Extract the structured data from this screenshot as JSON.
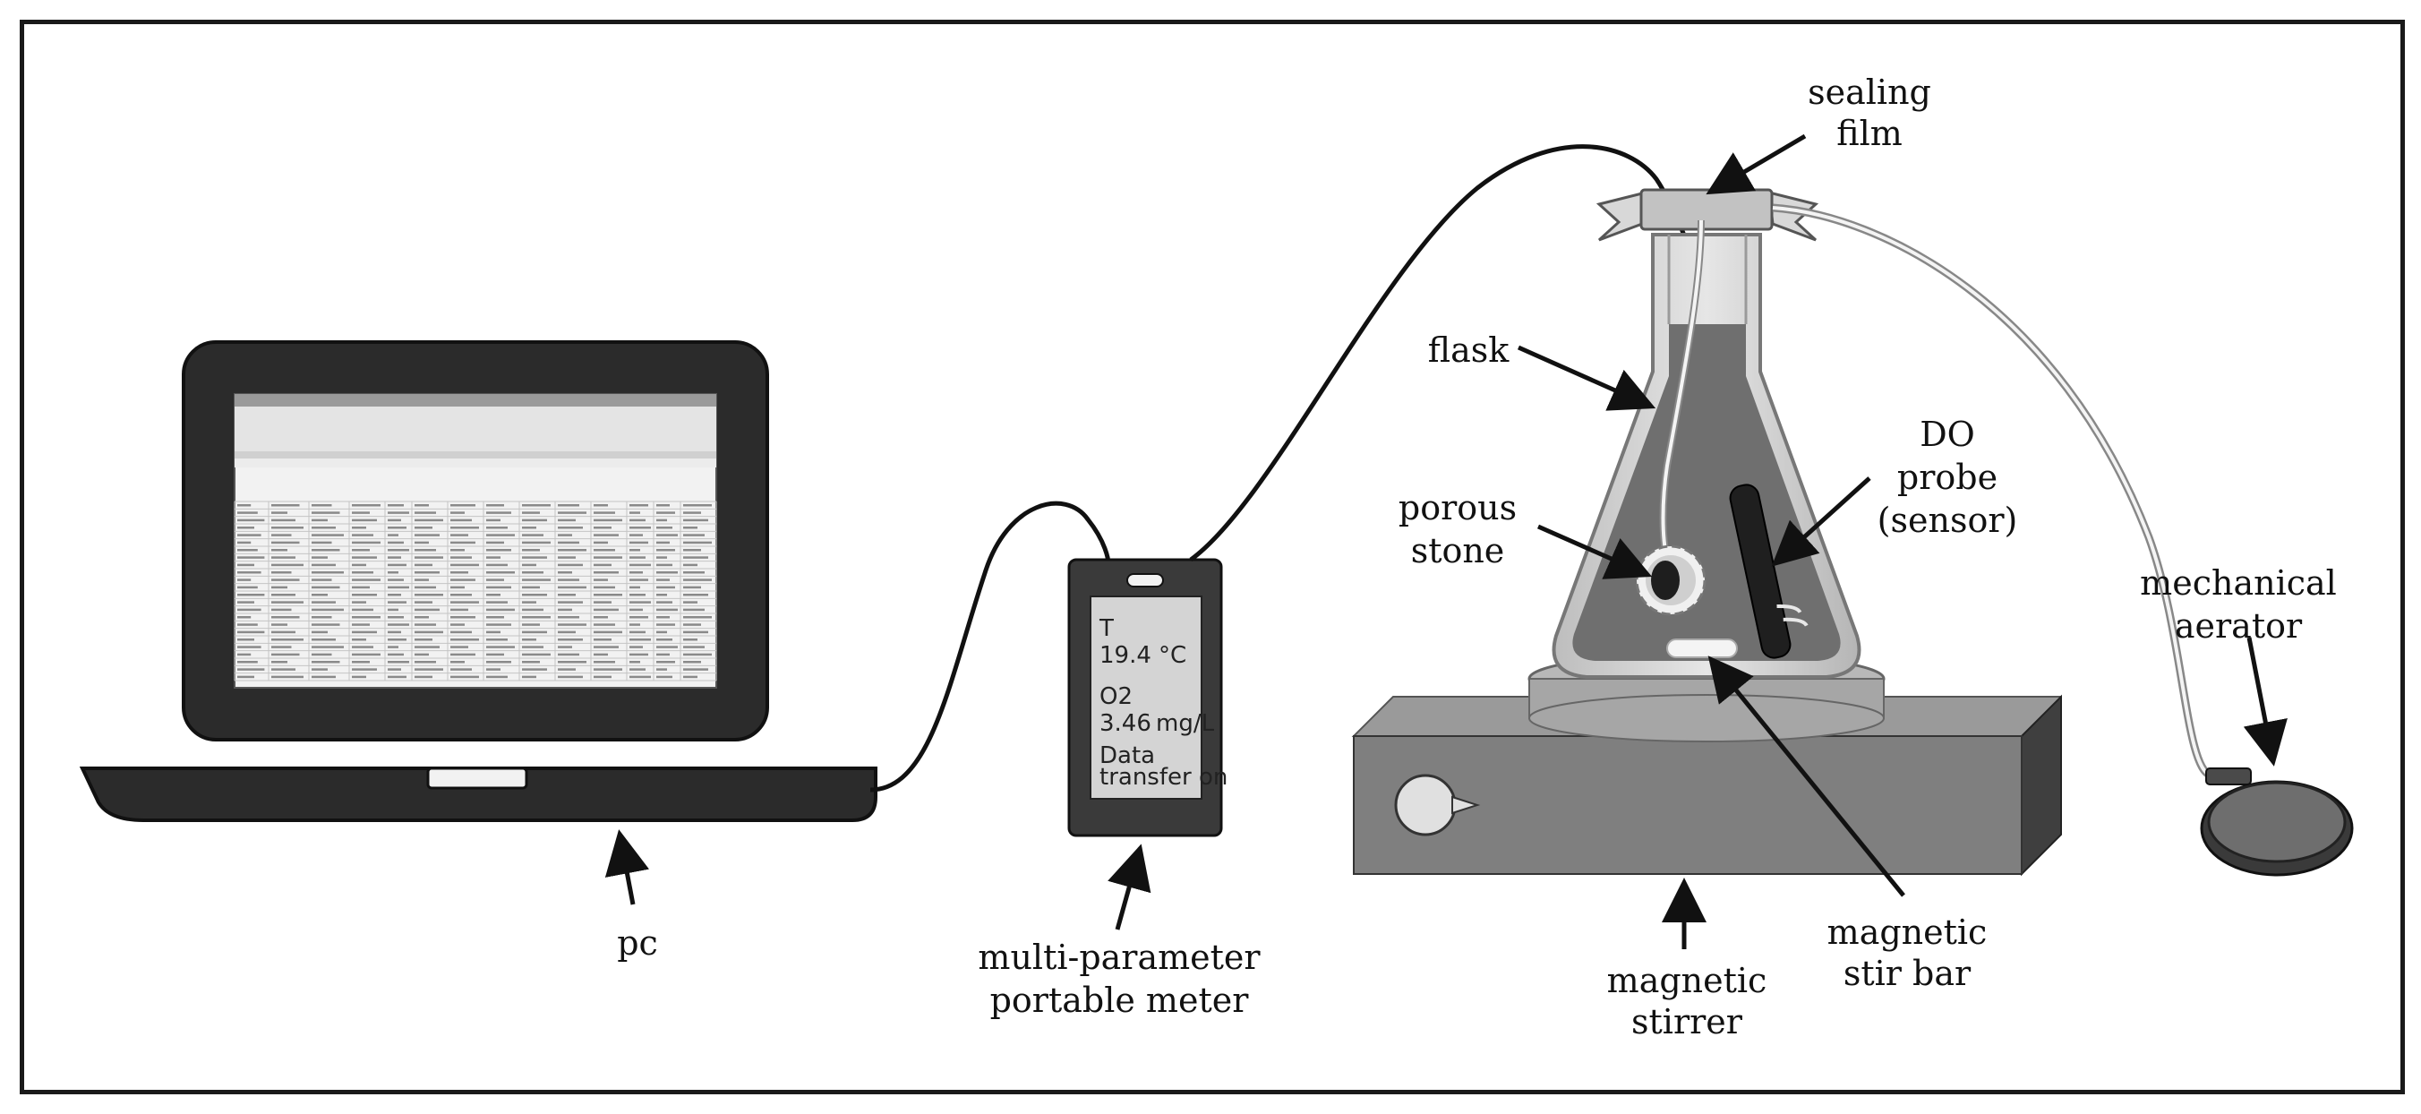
{
  "labels": {
    "pc": "pc",
    "meter_line1": "multi-parameter",
    "meter_line2": "portable meter",
    "sealing_line1": "sealing",
    "sealing_line2": "film",
    "flask": "flask",
    "porous_line1": "porous",
    "porous_line2": "stone",
    "do_line1": "DO",
    "do_line2": "probe",
    "do_line3": "(sensor)",
    "aerator_line1": "mechanical",
    "aerator_line2": "aerator",
    "stirbar_line1": "magnetic",
    "stirbar_line2": "stir bar",
    "stirrer_line1": "magnetic",
    "stirrer_line2": "stirrer"
  },
  "meter_display": {
    "t_label": "T",
    "t_value": "19.4",
    "t_unit": "°C",
    "o2_label": "O2",
    "o2_value": "3.46",
    "o2_unit": "mg/L",
    "status_line1": "Data",
    "status_line2": "transfer on"
  },
  "colors": {
    "dark": "#2e2e2e",
    "mid": "#7a7a7a",
    "light": "#c8c8c8",
    "liquid": "#6f6f6f"
  }
}
